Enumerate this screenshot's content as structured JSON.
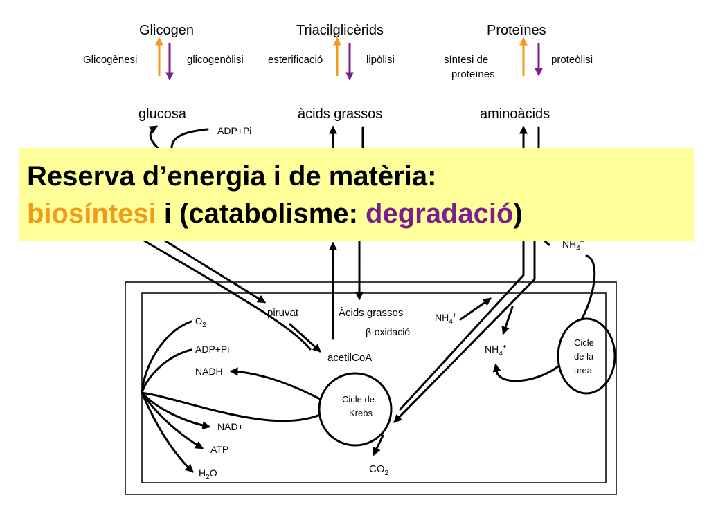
{
  "top": {
    "glicogen": "Glicogen",
    "triacilglicerids": "Triacilglicèrids",
    "proteines": "Proteïnes"
  },
  "processes": {
    "glicogenesi": "Glicogènesi",
    "glicogenolisi": "glicogenòlisi",
    "esterificacio": "esterificació",
    "lipolisi": "lipòlisi",
    "sintesi_line1": "síntesi de",
    "sintesi_line2": "proteïnes",
    "proteolisi": "proteòlisi"
  },
  "monomers": {
    "glucosa": "glucosa",
    "acids_grassos": "àcids grassos",
    "aminoacids": "aminoàcids"
  },
  "small": {
    "adp_pi_top": "ADP+Pi",
    "nh4_right": "NH",
    "nh4_sub": "4",
    "nh4_sup": "+"
  },
  "mito": {
    "piruvat": "piruvat",
    "acids_grassos": "Àcids grassos",
    "beta_symbol": "β",
    "beta_oxidacio": "-oxidació",
    "acetilcoa": "acetilCoA",
    "o2_main": "O",
    "o2_sub": "2",
    "adp_pi": "ADP+Pi",
    "nadh": "NADH",
    "nad": "NAD+",
    "atp": "ATP",
    "h2o_h": "H",
    "h2o_sub": "2",
    "h2o_o": "O",
    "co2_main": "CO",
    "co2_sub": "2",
    "krebs_line1": "Cicle de",
    "krebs_line2": "Krebs",
    "urea_line1": "Cicle",
    "urea_line2": "de la",
    "urea_line3": "urea",
    "nh4_a": "NH",
    "nh4_b": "NH",
    "nh4_sub": "4",
    "nh4_sup": "+"
  },
  "banner": {
    "line1": "Reserva d’energia i de matèria:",
    "biosintesi": "biosíntesi",
    "middle": " i (catabolisme: ",
    "degradacio": "degradació",
    "close": ")",
    "color_orange": "#f39a1c",
    "color_purple": "#7e1d8e",
    "background": "#ffff99"
  }
}
